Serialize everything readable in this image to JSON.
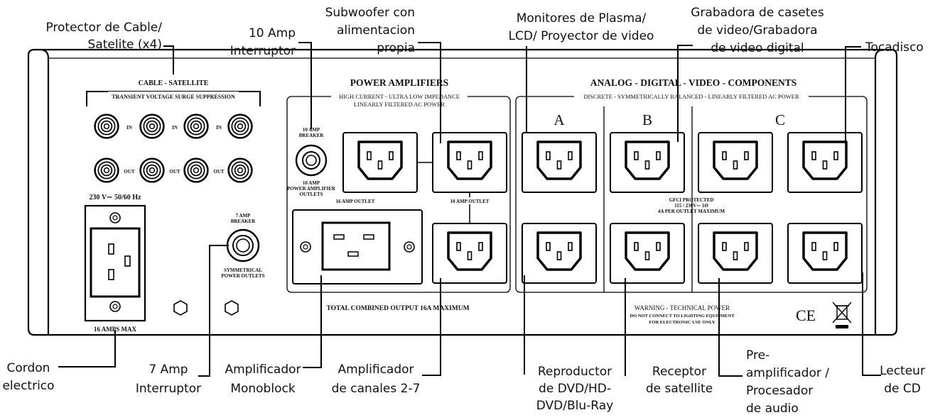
{
  "colors": {
    "panel": "#000000",
    "line": "#000000",
    "background": "#ffffff",
    "text": "#111111"
  },
  "panel": {
    "cable": {
      "title": "CABLE - SATELLITE",
      "subtitle": "TRANSIENT VOLTAGE SURGE SUPPRESSION",
      "in_label": "IN",
      "out_label": "OUT"
    },
    "power_amps": {
      "title": "POWER AMPLIFIERS",
      "subtitle1": "HIGH CURRENT - ULTRA LOW IMPEDANCE",
      "subtitle2": "LINEARLY FILTERED AC POWER",
      "breaker_top_1": "10 AMP",
      "breaker_top_2": "BREAKER",
      "breaker_bot_1": "10 AMP",
      "breaker_bot_2": "POWER AMPLIFIER",
      "breaker_bot_3": "OUTLETS",
      "outlet16": "16 AMP OUTLET",
      "outlet10": "10 AMP OUTLET",
      "total": "TOTAL COMBINED OUTPUT 16A MAXIMUM"
    },
    "analog": {
      "title": "ANALOG - DIGITAL - VIDEO - COMPONENTS",
      "subtitle": "DISCRETE - SYMMETRICALLY BALANCED - LINEARLY FILTERED AC POWER",
      "zone_a": "A",
      "zone_b": "B",
      "zone_c": "C",
      "gfci1": "GFCI PROTECTED",
      "gfci2": "115 / 230V∼ 1Ø",
      "gfci3": "4A PER OUTLET MAXIMUM",
      "warn1": "WARNING - TECHNICAL POWER",
      "warn2": "DO NOT CONNECT TO LIGHTING EQUIPMENT",
      "warn3": "FOR ELECTRONIC USE ONLY",
      "ce": "CE"
    },
    "mains": {
      "voltage": "230 V∼ 50/60 Hz",
      "max": "16 AMPS MAX"
    },
    "seven_amp": {
      "l1": "7 AMP",
      "l2": "BREAKER",
      "l3": "SYMMETRICAL",
      "l4": "POWER OUTLETS"
    }
  },
  "callouts": {
    "protector": [
      "Protector de Cable/",
      "Satelite (x4)"
    ],
    "breaker10": [
      "10  Amp",
      "Interruptor"
    ],
    "subwoofer": [
      "Subwoofer con",
      "alimentacion",
      "propia"
    ],
    "monitors": [
      "Monitores de Plasma/",
      "LCD/ Proyector de video"
    ],
    "recorder": [
      "Grabadora de casetes",
      "de video/Grabadora",
      "de video digital"
    ],
    "turntable": [
      "Tocadisco"
    ],
    "cord": [
      "Cordon",
      "electrico"
    ],
    "breaker7": [
      "7 Amp",
      "Interruptor"
    ],
    "monoblock": [
      "Amplificador",
      "Monoblock"
    ],
    "amp27": [
      "Amplificador",
      "de canales 2-7"
    ],
    "dvd": [
      "Reproductor",
      "de DVD/HD-",
      "DVD/Blu-Ray"
    ],
    "satellite": [
      "Receptor",
      "de satellite"
    ],
    "preamp": [
      "Pre-",
      "amplificador /",
      "Procesador",
      "de audio"
    ],
    "cd": [
      "Lecteur",
      "de CD"
    ]
  }
}
